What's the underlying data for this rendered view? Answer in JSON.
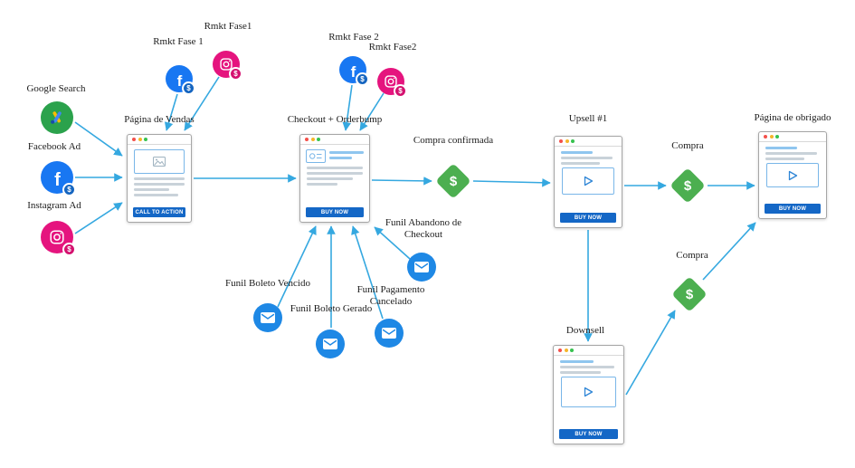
{
  "colors": {
    "arrow": "#35A8E0",
    "facebook": "#1877F2",
    "instagram": "#E5147E",
    "google_ads": "#2BA24C",
    "email": "#1E88E5",
    "money_diamond": "#4CAF50",
    "cta_button": "#1467C6"
  },
  "glyphs": {
    "dollar": "$",
    "facebook_f": "f"
  },
  "nodes": {
    "google_search": {
      "label": "Google Search"
    },
    "facebook_ad": {
      "label": "Facebook Ad"
    },
    "instagram_ad": {
      "label": "Instagram Ad"
    },
    "rmkt_fase1_fb": {
      "label": "Rmkt Fase 1"
    },
    "rmkt_fase1_ig": {
      "label": "Rmkt Fase1"
    },
    "rmkt_fase2_fb": {
      "label": "Rmkt Fase 2"
    },
    "rmkt_fase2_ig": {
      "label": "Rmkt Fase2"
    },
    "pagina_vendas": {
      "label": "Página de Vendas",
      "button": "CALL TO ACTION"
    },
    "checkout": {
      "label": "Checkout + Orderbump",
      "button": "BUY NOW"
    },
    "compra_confirmada": {
      "label": "Compra confirmada"
    },
    "upsell": {
      "label": "Upsell #1",
      "button": "BUY NOW"
    },
    "compra_upsell": {
      "label": "Compra"
    },
    "pagina_obrigado": {
      "label": "Página de obrigado",
      "button": "BUY NOW"
    },
    "downsell": {
      "label": "Downsell",
      "button": "BUY NOW"
    },
    "compra_downsell": {
      "label": "Compra"
    },
    "funil_abandono_checkout": {
      "label": "Funil Abandono de Checkout"
    },
    "funil_boleto_vencido": {
      "label": "Funil Boleto Vencido"
    },
    "funil_boleto_gerado": {
      "label": "Funil Boleto Gerado"
    },
    "funil_pagamento_cancelado": {
      "label": "Funil Pagamento Cancelado"
    }
  }
}
